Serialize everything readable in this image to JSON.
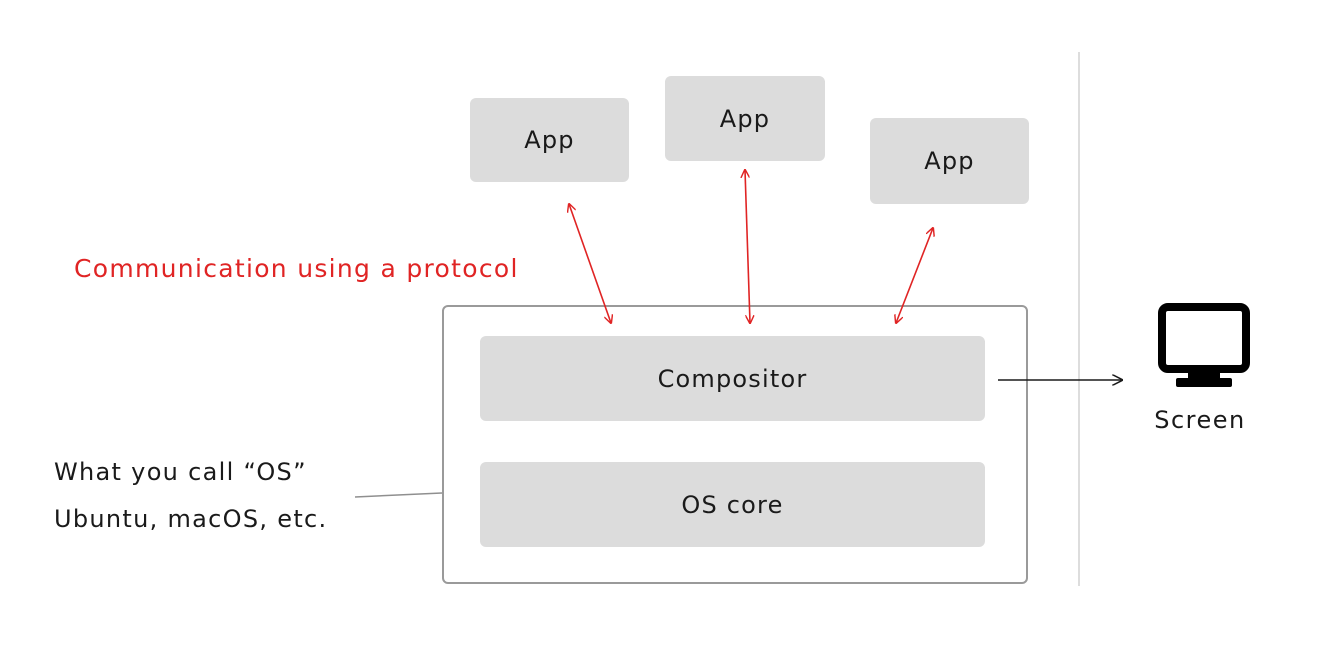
{
  "apps": [
    {
      "label": "App"
    },
    {
      "label": "App"
    },
    {
      "label": "App"
    }
  ],
  "protocol_label": "Communication using a protocol",
  "compositor_label": "Compositor",
  "os_core_label": "OS core",
  "os_description": {
    "line1": "What you call “OS”",
    "line2": "Ubuntu, macOS, etc."
  },
  "screen": {
    "label": "Screen",
    "icon": "monitor-icon"
  },
  "colors": {
    "box_fill": "#dcdcdc",
    "protocol_red": "#e02424",
    "frame_border": "#9a9a9a",
    "divider": "#dddddd",
    "text": "#1a1a1a"
  }
}
